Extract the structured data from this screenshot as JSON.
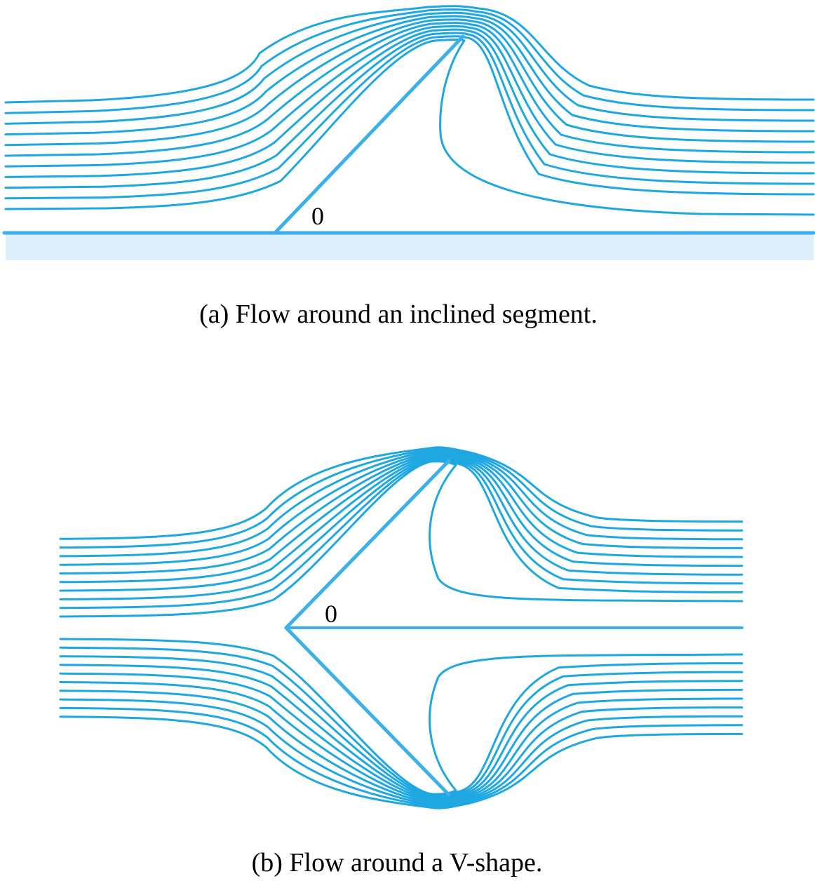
{
  "colors": {
    "streamline": "#1ea7e0",
    "boundary": "#3cb0ea",
    "wall_fill": "#dbeefa"
  },
  "panels": [
    {
      "id": "a",
      "origin_label": "0",
      "caption": "(a) Flow around an inclined segment."
    },
    {
      "id": "b",
      "origin_label": "0",
      "caption": "(b) Flow around a V-shape."
    }
  ]
}
